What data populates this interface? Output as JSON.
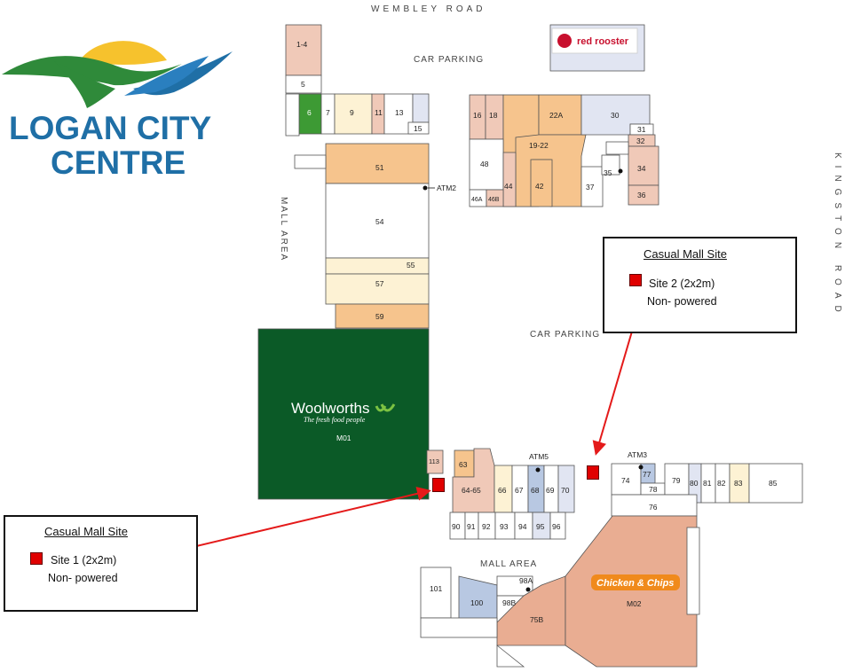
{
  "roads": {
    "north": "WEMBLEY ROAD",
    "east": "KINGSTON ROAD",
    "car_parking_top": "CAR PARKING",
    "car_parking_mid": "CAR PARKING",
    "mall_area_left": "MALL AREA",
    "mall_area_bottom": "MALL AREA"
  },
  "logo": {
    "line1": "LOGAN CITY",
    "line2": "CENTRE"
  },
  "brands": {
    "red_rooster": "red rooster",
    "woolworths": "Woolworths",
    "woolworths_tagline": "The fresh food people",
    "woolworths_unit": "M01",
    "oporto_like": "Chicken & Chips",
    "m02": "M02"
  },
  "atms": [
    "ATM2",
    "ATM5",
    "ATM3"
  ],
  "shops": {
    "s1_4": "1-4",
    "s5": "5",
    "s6": "6",
    "s7": "7",
    "s9": "9",
    "s11": "11",
    "s13": "13",
    "s15": "15",
    "s16": "16",
    "s18": "18",
    "s22a": "22A",
    "s30": "30",
    "s31": "31",
    "s32": "32",
    "s34": "34",
    "s35": "35",
    "s36": "36",
    "s19_22": "19-22",
    "s48": "48",
    "s42": "42",
    "s37": "37",
    "s44": "44",
    "s46a": "46A",
    "s46b": "46B",
    "s51": "51",
    "s54": "54",
    "s55": "55",
    "s57": "57",
    "s59": "59",
    "s113": "113",
    "s63": "63",
    "s64_65": "64-65",
    "s66": "66",
    "s67": "67",
    "s68": "68",
    "s69": "69",
    "s70": "70",
    "s90": "90",
    "s91": "91",
    "s92": "92",
    "s93": "93",
    "s94": "94",
    "s95": "95",
    "s96": "96",
    "s74": "74",
    "s77": "77",
    "s78": "78",
    "s79": "79",
    "s80": "80",
    "s81": "81",
    "s82": "82",
    "s83": "83",
    "s85": "85",
    "s76": "76",
    "s101": "101",
    "s100": "100",
    "s98a": "98A",
    "s98b": "98B",
    "s75b": "75B"
  },
  "legend1": {
    "title": "Casual Mall Site",
    "site": "Site 1 (2x2m)",
    "power": "Non- powered"
  },
  "legend2": {
    "title": "Casual Mall Site",
    "site": "Site 2 (2x2m)",
    "power": "Non- powered"
  },
  "colors": {
    "pink": "#f0c9b8",
    "orange": "#f6c48d",
    "cream": "#fdf2d4",
    "lavender": "#e1e5f2",
    "blue": "#b8c8e2",
    "green": "#3d9a34",
    "woolworths_green": "#0b5a27",
    "m02": "#e9ad92",
    "marker_red": "#e00000",
    "arrow_red": "#e41a1a"
  }
}
